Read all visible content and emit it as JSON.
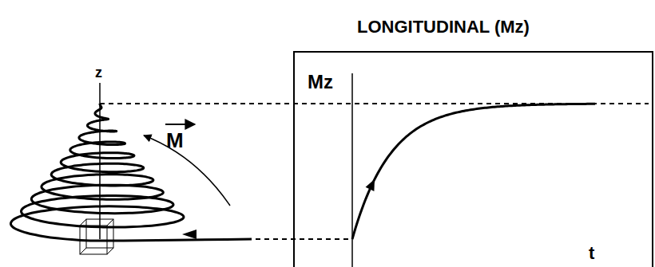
{
  "diagram": {
    "title": "LONGITUDINAL (Mz)",
    "nodes": [
      {
        "text": [
          "Mz",
          "t"
        ]
      }
    ],
    "labels": [
      "z",
      "M"
    ]
  }
}
